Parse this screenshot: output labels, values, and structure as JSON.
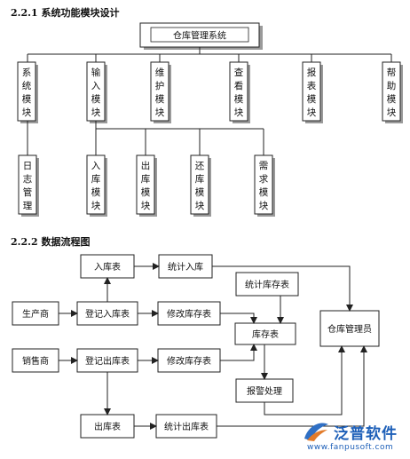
{
  "section1": {
    "title": "2.2.1 系统功能模块设计"
  },
  "section2": {
    "title": "2.2.2 数据流程图"
  },
  "module_diagram": {
    "root": "仓库管理系统",
    "modules": [
      {
        "id": "sys",
        "chars": [
          "系",
          "统",
          "模",
          "块"
        ]
      },
      {
        "id": "input",
        "chars": [
          "输",
          "入",
          "模",
          "块"
        ]
      },
      {
        "id": "maintain",
        "chars": [
          "维",
          "护",
          "模",
          "块"
        ]
      },
      {
        "id": "query",
        "chars": [
          "查",
          "看",
          "模",
          "块"
        ]
      },
      {
        "id": "report",
        "chars": [
          "报",
          "表",
          "模",
          "块"
        ]
      },
      {
        "id": "help",
        "chars": [
          "帮",
          "助",
          "模",
          "块"
        ]
      }
    ],
    "sub_modules": [
      {
        "id": "log",
        "chars": [
          "日",
          "志",
          "管",
          "理"
        ]
      },
      {
        "id": "in",
        "chars": [
          "入",
          "库",
          "模",
          "块"
        ]
      },
      {
        "id": "out",
        "chars": [
          "出",
          "库",
          "模",
          "块"
        ]
      },
      {
        "id": "return",
        "chars": [
          "还",
          "库",
          "模",
          "块"
        ]
      },
      {
        "id": "demand",
        "chars": [
          "需",
          "求",
          "模",
          "块"
        ]
      }
    ]
  },
  "flow_diagram": {
    "nodes": {
      "in_table": "入库表",
      "stat_in": "统计入库",
      "stat_stock": "统计库存表",
      "producer": "生产商",
      "reg_in": "登记入库表",
      "mod_stock1": "修改库存表",
      "stock": "库存表",
      "manager": "仓库管理员",
      "seller": "销售商",
      "reg_out": "登记出库表",
      "mod_stock2": "修改库存表",
      "alarm": "报警处理",
      "out_table": "出库表",
      "stat_out": "统计出库表"
    }
  },
  "watermark": {
    "brand": "泛普软件",
    "url": "www.fanpusoft.com"
  }
}
